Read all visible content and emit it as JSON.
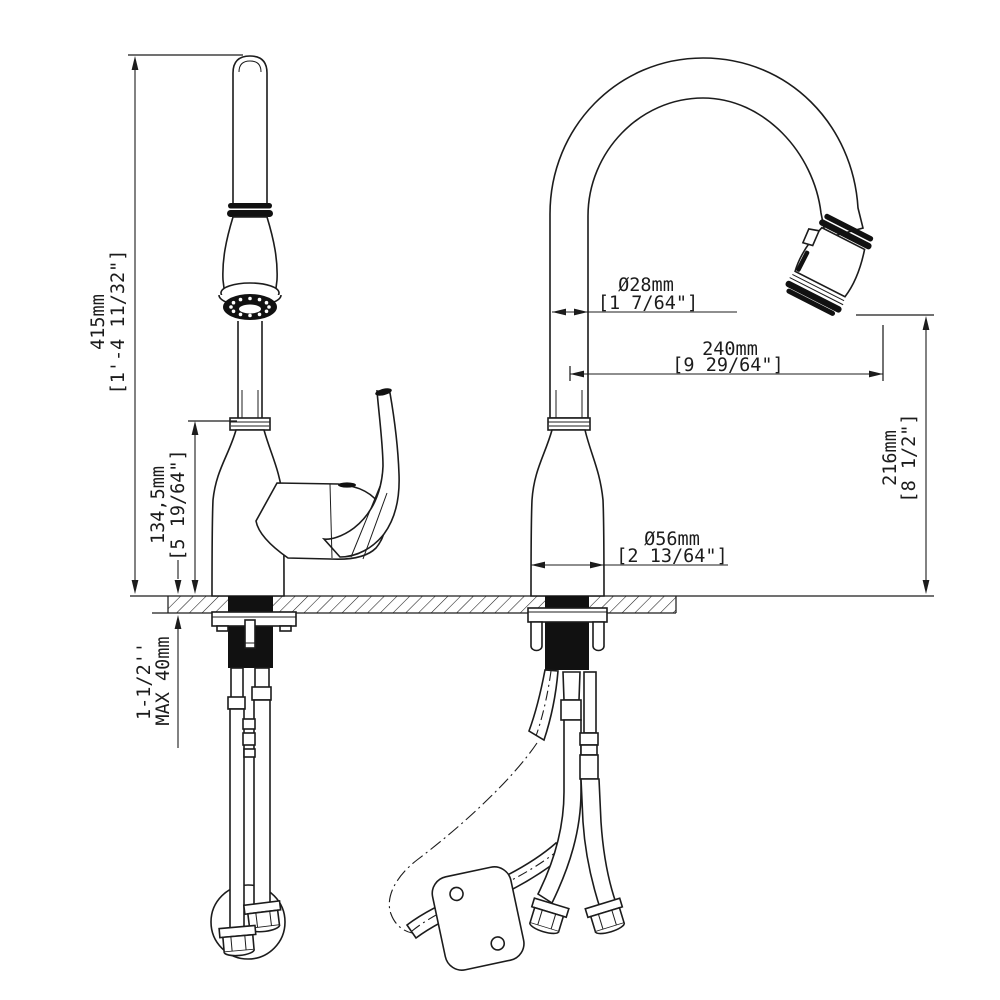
{
  "drawing": {
    "dimensions": {
      "overall_height": {
        "metric": "415mm",
        "imperial": "[1'-4 11/32\"]"
      },
      "body_height": {
        "metric": "134,5mm",
        "imperial": "[5 19/64\"]"
      },
      "deck_thickness": {
        "line1": "1-1/2''",
        "line2": "MAX 40mm"
      },
      "spout_diameter": {
        "metric": "Ø28mm",
        "imperial": "[1 7/64\"]"
      },
      "spout_reach": {
        "metric": "240mm",
        "imperial": "[9 29/64\"]"
      },
      "outlet_height": {
        "metric": "216mm",
        "imperial": "[8 1/2\"]"
      },
      "base_diameter": {
        "metric": "Ø56mm",
        "imperial": "[2 13/64\"]"
      }
    },
    "colors": {
      "background": "#ffffff",
      "line": "#1c1c1c",
      "solid_fill": "#111111"
    }
  }
}
